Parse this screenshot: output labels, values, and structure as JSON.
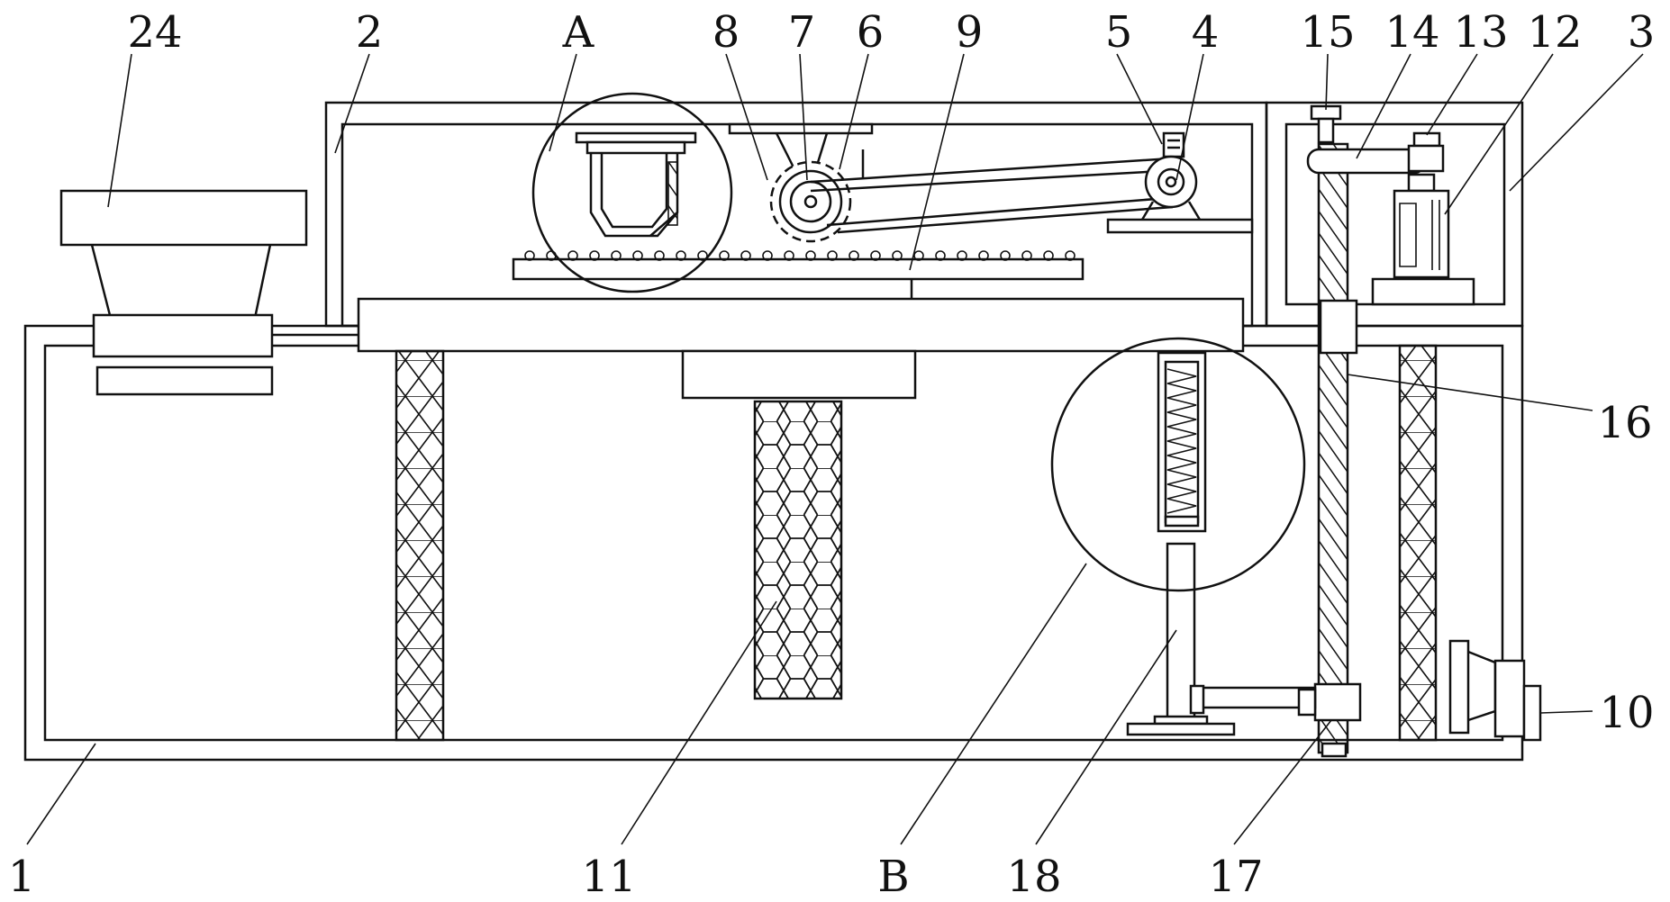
{
  "diagram": {
    "part_labels": {
      "l24": "24",
      "l2": "2",
      "lA": "A",
      "l8": "8",
      "l7": "7",
      "l6": "6",
      "l9": "9",
      "l5": "5",
      "l4": "4",
      "l15": "15",
      "l14": "14",
      "l13": "13",
      "l12": "12",
      "l3": "3",
      "l16": "16",
      "l10": "10",
      "l1": "1",
      "l11": "11",
      "lB": "B",
      "l18": "18",
      "l17": "17"
    }
  }
}
